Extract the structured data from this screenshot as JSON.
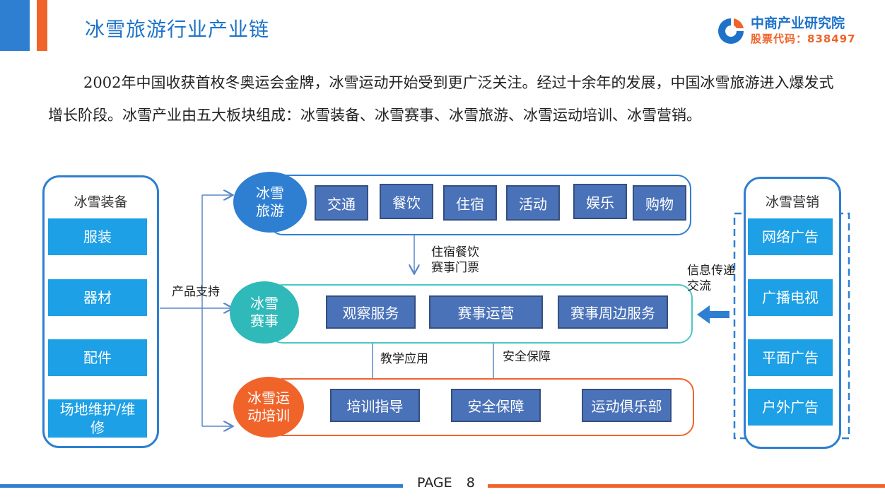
{
  "header": {
    "title": "冰雪旅游行业产业链",
    "logo_name": "中商产业研究院",
    "logo_stock": "股票代码：838497",
    "accent_blue": "#2e7fd1",
    "accent_orange": "#f0642a"
  },
  "intro": {
    "text": "2002年中国收获首枚冬奥运会金牌，冰雪运动开始受到更广泛关注。经过十余年的发展，中国冰雪旅游进入爆发式增长阶段。冰雪产业由五大板块组成：冰雪装备、冰雪赛事、冰雪旅游、冰雪运动培训、冰雪营销。"
  },
  "left_panel": {
    "label": "冰雪装备",
    "items": [
      "服装",
      "器材",
      "配件",
      "场地维护/维修"
    ]
  },
  "right_panel": {
    "label": "冰雪营销",
    "items": [
      "网络广告",
      "广播电视",
      "平面广告",
      "户外广告"
    ]
  },
  "tourism_row": {
    "circle": "冰雪旅游",
    "items": [
      "交通",
      "餐饮",
      "住宿",
      "活动",
      "娱乐",
      "购物"
    ]
  },
  "events_row": {
    "circle": "冰雪赛事",
    "items": [
      "观察服务",
      "赛事运营",
      "赛事周边服务"
    ]
  },
  "training_row": {
    "circle": "冰雪运动培训",
    "items": [
      "培训指导",
      "安全保障",
      "运动俱乐部"
    ]
  },
  "connectors": {
    "product_support": "产品支持",
    "lodging_food": "住宿餐饮",
    "tickets": "赛事门票",
    "info_transfer": "信息传递",
    "exchange": "交流",
    "teaching": "教学应用",
    "safety": "安全保障"
  },
  "footer": {
    "page_text": "PAGE",
    "page_number": "8"
  }
}
